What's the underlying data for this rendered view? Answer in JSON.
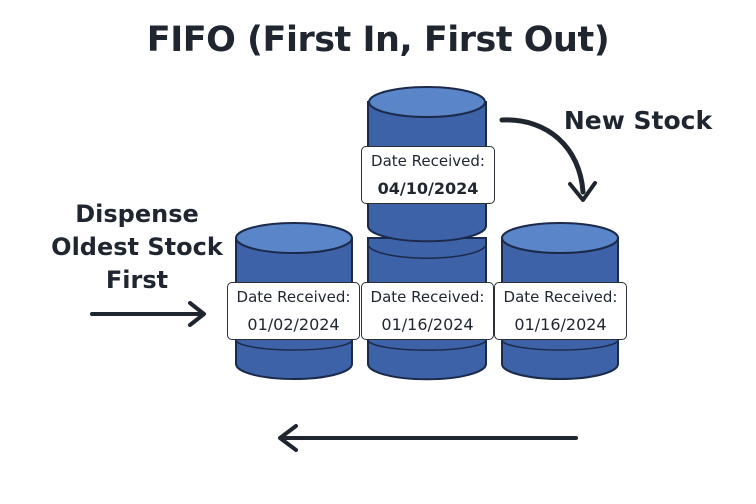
{
  "title": "FIFO (First In, First Out)",
  "dispense_text": [
    "Dispense",
    "Oldest Stock",
    "First"
  ],
  "new_stock_text": "New Stock",
  "labels": {
    "bottom_left": {
      "title": "Date Received:",
      "date": "01/02/2024"
    },
    "bottom_middle": {
      "title": "Date Received:",
      "date": "01/16/2024"
    },
    "bottom_right": {
      "title": "Date Received:",
      "date": "01/16/2024"
    },
    "top": {
      "title": "Date Received:",
      "date": "04/10/2024"
    }
  },
  "colors": {
    "barrel_body": "#3d62a8",
    "barrel_top": "#5a85c9",
    "barrel_outline": "#1b2a4a",
    "arrow": "#1f2630"
  }
}
